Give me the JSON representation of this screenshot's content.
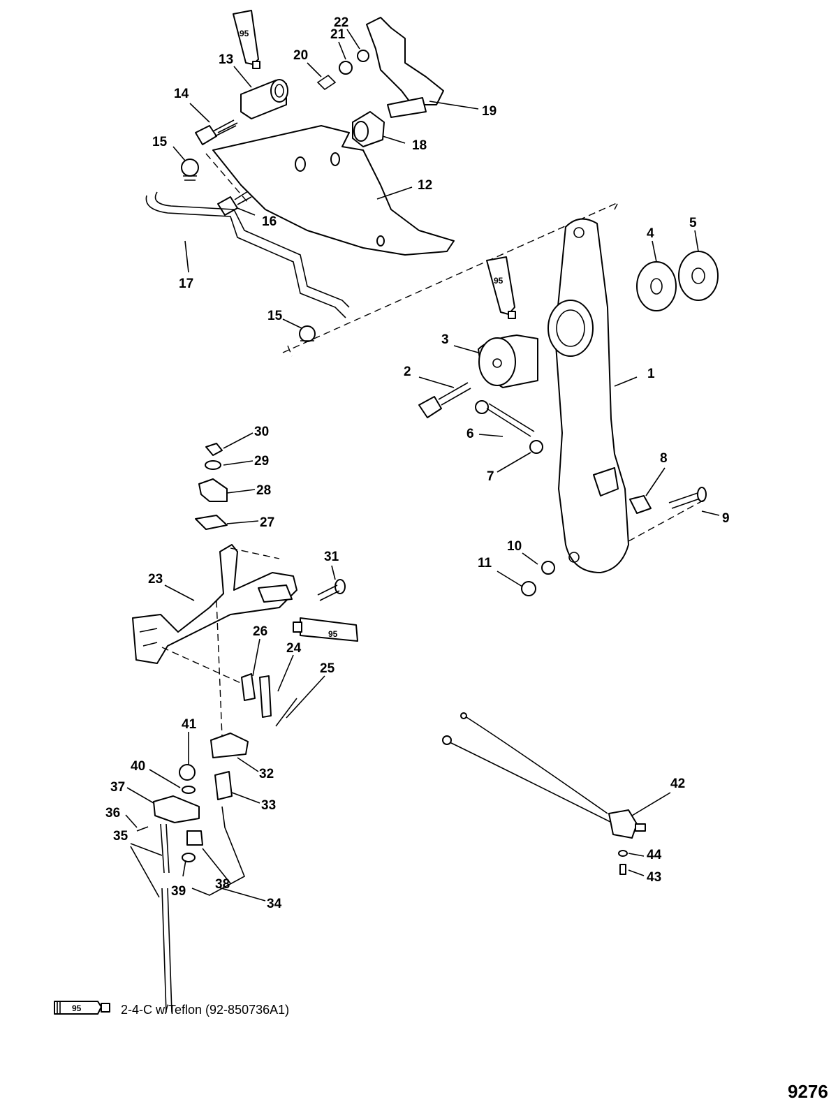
{
  "callouts": [
    {
      "id": "1",
      "label": "1"
    },
    {
      "id": "2",
      "label": "2"
    },
    {
      "id": "3",
      "label": "3"
    },
    {
      "id": "4",
      "label": "4"
    },
    {
      "id": "5",
      "label": "5"
    },
    {
      "id": "6",
      "label": "6"
    },
    {
      "id": "7",
      "label": "7"
    },
    {
      "id": "8",
      "label": "8"
    },
    {
      "id": "9",
      "label": "9"
    },
    {
      "id": "10",
      "label": "10"
    },
    {
      "id": "11",
      "label": "11"
    },
    {
      "id": "12",
      "label": "12"
    },
    {
      "id": "13",
      "label": "13"
    },
    {
      "id": "14",
      "label": "14"
    },
    {
      "id": "15a",
      "label": "15"
    },
    {
      "id": "15b",
      "label": "15"
    },
    {
      "id": "16",
      "label": "16"
    },
    {
      "id": "17",
      "label": "17"
    },
    {
      "id": "18",
      "label": "18"
    },
    {
      "id": "19",
      "label": "19"
    },
    {
      "id": "20",
      "label": "20"
    },
    {
      "id": "21",
      "label": "21"
    },
    {
      "id": "22",
      "label": "22"
    },
    {
      "id": "23",
      "label": "23"
    },
    {
      "id": "24",
      "label": "24"
    },
    {
      "id": "25",
      "label": "25"
    },
    {
      "id": "26",
      "label": "26"
    },
    {
      "id": "27",
      "label": "27"
    },
    {
      "id": "28",
      "label": "28"
    },
    {
      "id": "29",
      "label": "29"
    },
    {
      "id": "30",
      "label": "30"
    },
    {
      "id": "31",
      "label": "31"
    },
    {
      "id": "32",
      "label": "32"
    },
    {
      "id": "33",
      "label": "33"
    },
    {
      "id": "34",
      "label": "34"
    },
    {
      "id": "35",
      "label": "35"
    },
    {
      "id": "36",
      "label": "36"
    },
    {
      "id": "37",
      "label": "37"
    },
    {
      "id": "38",
      "label": "38"
    },
    {
      "id": "39",
      "label": "39"
    },
    {
      "id": "40",
      "label": "40"
    },
    {
      "id": "41",
      "label": "41"
    },
    {
      "id": "42",
      "label": "42"
    },
    {
      "id": "43",
      "label": "43"
    },
    {
      "id": "44",
      "label": "44"
    }
  ],
  "lubricant_tube_label": "95",
  "legend": {
    "tube_number": "95",
    "description": "2-4-C w/Teflon (92-850736A1)"
  },
  "figure_number": "9276"
}
